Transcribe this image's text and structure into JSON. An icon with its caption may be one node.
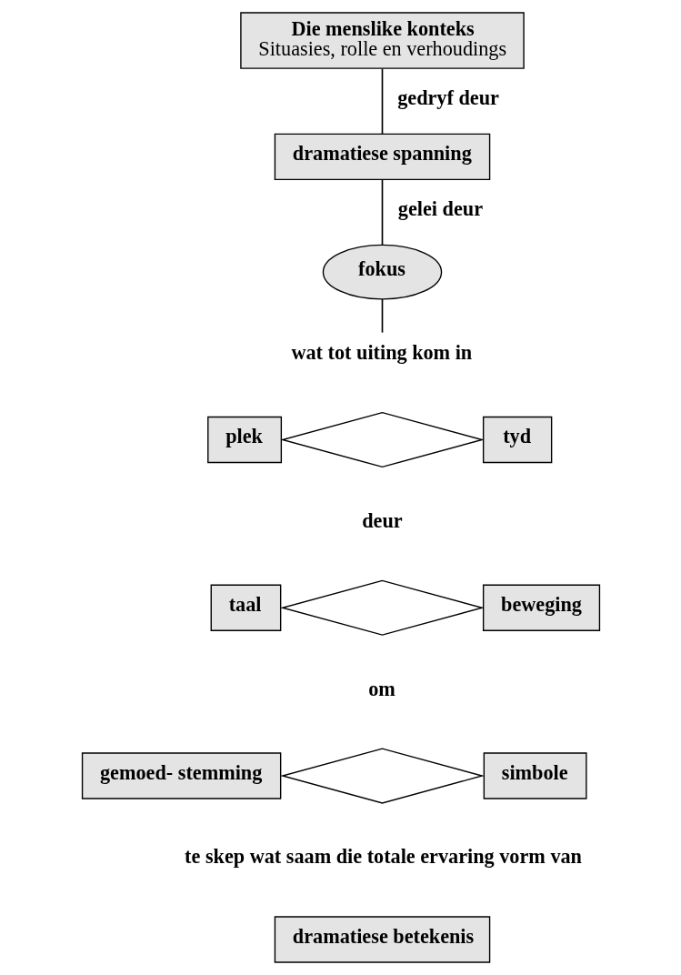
{
  "diagram": {
    "nodes": [
      {
        "text": [
          "Die menslike konteks",
          "Situasies, rolle en verhoudings"
        ]
      },
      {
        "text": [
          "dramatiese spanning"
        ]
      },
      {
        "text": [
          "fokus"
        ]
      },
      {
        "text": [
          "wat tot uiting kom in"
        ]
      },
      {
        "text": [
          "plek"
        ]
      },
      {
        "text": [],
        "shape": "diamond"
      },
      {
        "text": [
          "tyd"
        ]
      },
      {
        "text": [
          "taal"
        ]
      },
      {
        "text": [],
        "shape": "diamond"
      },
      {
        "text": [
          "beweging"
        ]
      },
      {
        "text": [
          "gemoed- stemming"
        ]
      },
      {
        "text": [],
        "shape": "diamond"
      },
      {
        "text": [
          "simbole"
        ]
      },
      {
        "text": [
          "dramatiese betekenis"
        ]
      }
    ],
    "edges": [
      {
        "from": 0,
        "to": 1,
        "arrow": "none",
        "label": "gedryf deur"
      },
      {
        "from": 1,
        "to": 2,
        "arrow": "none",
        "label": "gelei deur"
      },
      {
        "from": 2,
        "to": 3,
        "arrow": "none"
      }
    ],
    "labels": [
      "deur",
      "om",
      "te skep wat saam die totale ervaring vorm van"
    ]
  }
}
